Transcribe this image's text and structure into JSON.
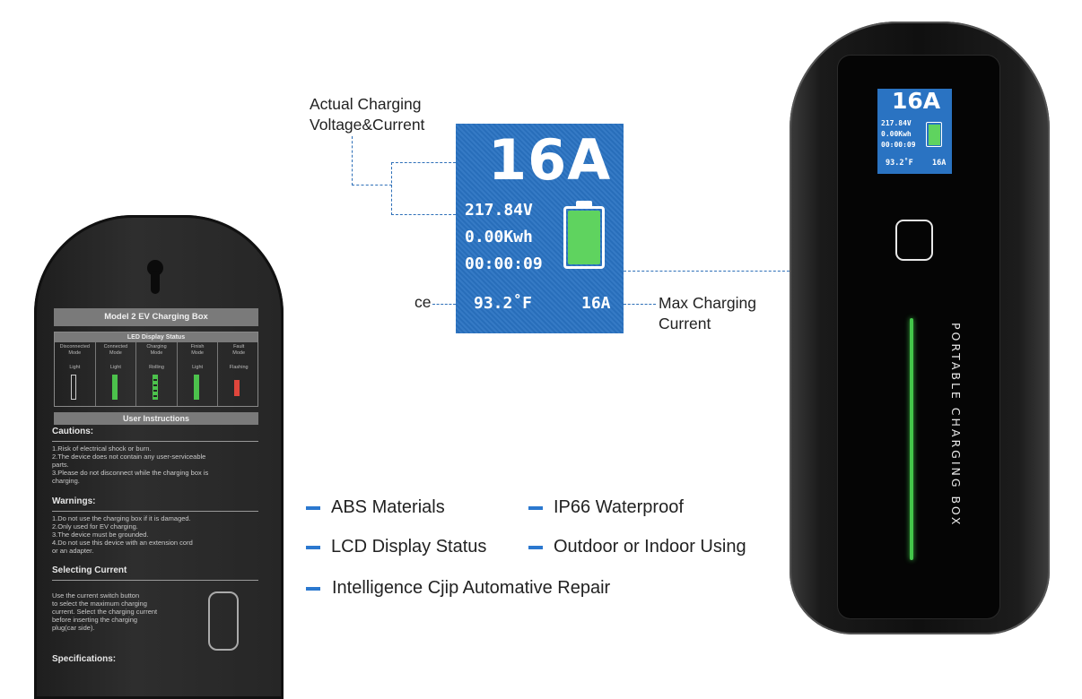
{
  "back_label": {
    "title": "Model 2 EV Charging Box",
    "led_status": {
      "heading": "LED Display Status",
      "columns": [
        {
          "mode": "Disconnected\nMode",
          "light": "Light",
          "color": "#dddddd"
        },
        {
          "mode": "Connected\nMode",
          "light": "Light",
          "color": "#4cc24c"
        },
        {
          "mode": "Charging\nMode",
          "light": "Rolling",
          "color": "#4cc24c"
        },
        {
          "mode": "Finish\nMode",
          "light": "Light",
          "color": "#4cc24c"
        },
        {
          "mode": "Fault\nMode",
          "light": "Flashing",
          "color": "#e0463c"
        }
      ]
    },
    "instructions_heading": "User Instructions",
    "cautions": {
      "heading": "Cautions:",
      "text": "1.Risk of electrical shock or burn.\n2.The device does not contain any user-serviceable\n   parts.\n3.Please do not disconnect while the charging box is\n   charging."
    },
    "warnings": {
      "heading": "Warnings:",
      "text": "1.Do not use the charging box if it is damaged.\n2.Only used for EV charging.\n3.The device must be grounded.\n4.Do not use this device with an extension cord\n   or an adapter."
    },
    "selecting_current": {
      "heading": "Selecting Current",
      "text": "Use the current switch button\nto select the maximum charging\ncurrent. Select the charging current\nbefore inserting the charging\nplug(car side)."
    },
    "specifications_heading": "Specifications:"
  },
  "callouts": {
    "voltage_current": "Actual Charging\nVoltage&Current",
    "temperature_partial": "ce",
    "max_current": "Max Charging\nCurrent"
  },
  "display": {
    "current": "16A",
    "voltage": "217.84V",
    "energy": "0.00Kwh",
    "time": "00:00:09",
    "temperature": "93.2˚F",
    "max_current": "16A",
    "battery_color": "#5fd35f",
    "screen_color": "#2a73c2"
  },
  "features": [
    "ABS Materials",
    "IP66 Waterproof",
    "LCD Display Status",
    "Outdoor or Indoor Using",
    "Intelligence Cjip Automative Repair"
  ],
  "device": {
    "side_text": "PORTABLE CHARGING BOX",
    "led_color": "#43c64a"
  }
}
